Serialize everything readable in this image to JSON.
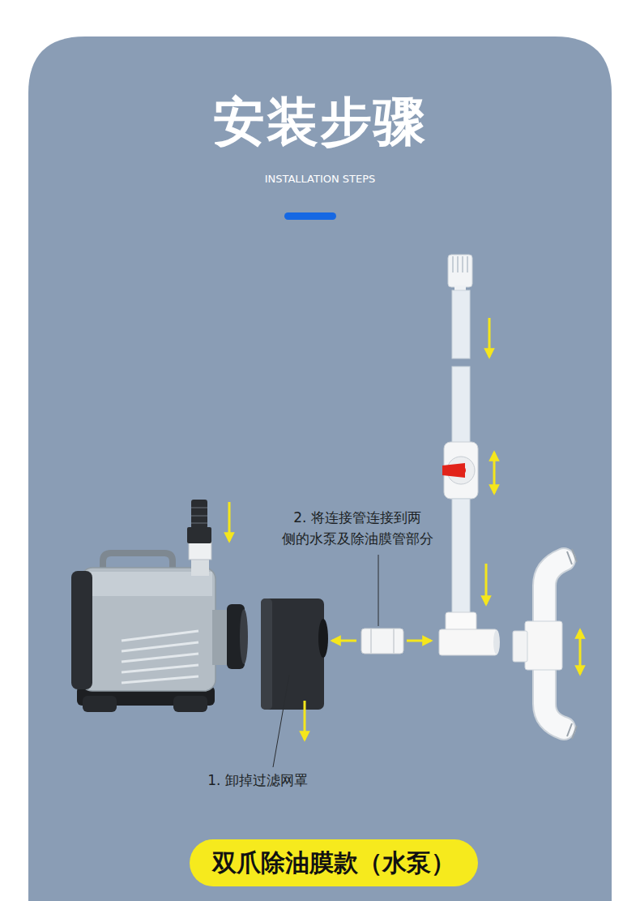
{
  "diagram": {
    "title": "安装步骤",
    "nodes": [
      {
        "text": [
          "双爪除油膜款（水泵）"
        ]
      }
    ],
    "labels": [
      "INSTALLATION STEPS",
      "2. 将连接管连接到两 侧的水泵及除油膜管部分",
      "1. 卸掉过滤网罩"
    ]
  }
}
